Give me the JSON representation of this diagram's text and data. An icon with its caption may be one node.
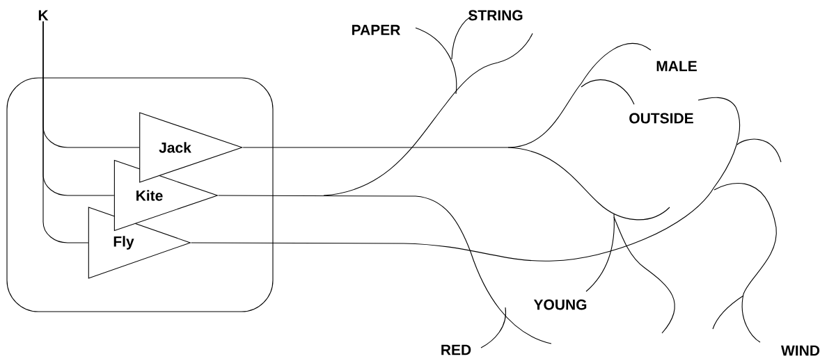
{
  "diagram": {
    "nodes": [
      {
        "text": [],
        "shape": "box"
      },
      {
        "text": [
          "Jack"
        ],
        "in": 0
      },
      {
        "text": [
          "Kite"
        ],
        "in": 0
      },
      {
        "text": [
          "Fly"
        ],
        "in": 0
      },
      {
        "text": [
          "K"
        ]
      }
    ],
    "edges": [
      {
        "from": 4,
        "to": 1,
        "arrow": "none"
      },
      {
        "from": 4,
        "to": 2,
        "arrow": "none"
      },
      {
        "from": 4,
        "to": 3,
        "arrow": "none"
      }
    ],
    "labels": [
      "PAPER",
      "STRING",
      "MALE",
      "OUTSIDE",
      "YOUNG",
      "RED",
      "WIND"
    ]
  }
}
